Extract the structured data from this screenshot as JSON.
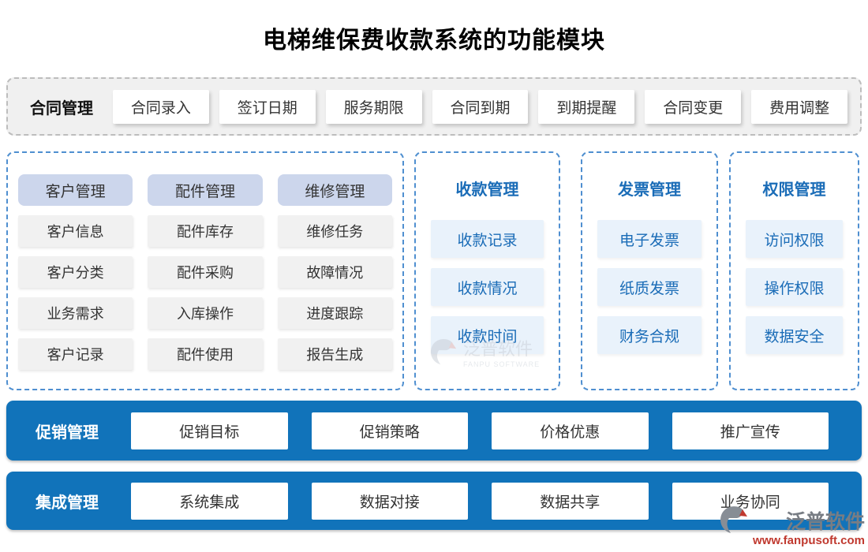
{
  "title": "电梯维保费收款系统的功能模块",
  "colors": {
    "bar_blue": "#1173ba",
    "dashed_blue": "#4f8fd0",
    "dashed_gray": "#bdbdbd",
    "contract_row_bg": "#f0f0f0",
    "header_chip_bg": "#ccd6ec",
    "gray_item_bg": "#f1f1f1",
    "blue_item_bg": "#e9f2fb",
    "blue_text": "#1a6cb7",
    "dark_text": "#333333",
    "watermark_red": "#c0392f"
  },
  "contract_row": {
    "label": "合同管理",
    "items": [
      "合同录入",
      "签订日期",
      "服务期限",
      "合同到期",
      "到期提醒",
      "合同变更",
      "费用调整"
    ]
  },
  "grid_panel": {
    "columns": [
      {
        "header": "客户管理",
        "items": [
          "客户信息",
          "客户分类",
          "业务需求",
          "客户记录"
        ]
      },
      {
        "header": "配件管理",
        "items": [
          "配件库存",
          "配件采购",
          "入库操作",
          "配件使用"
        ]
      },
      {
        "header": "维修管理",
        "items": [
          "维修任务",
          "故障情况",
          "进度跟踪",
          "报告生成"
        ]
      }
    ]
  },
  "blue_panels": [
    {
      "header": "收款管理",
      "items": [
        "收款记录",
        "收款情况",
        "收款时间"
      ]
    },
    {
      "header": "发票管理",
      "items": [
        "电子发票",
        "纸质发票",
        "财务合规"
      ]
    },
    {
      "header": "权限管理",
      "items": [
        "访问权限",
        "操作权限",
        "数据安全"
      ]
    }
  ],
  "bottom_bars": [
    {
      "label": "促销管理",
      "items": [
        "促销目标",
        "促销策略",
        "价格优惠",
        "推广宣传"
      ]
    },
    {
      "label": "集成管理",
      "items": [
        "系统集成",
        "数据对接",
        "数据共享",
        "业务协同"
      ]
    }
  ],
  "watermark_center": {
    "brand": "泛普软件",
    "subtitle": "FANPU SOFTWARE"
  },
  "watermark_corner": {
    "brand": "泛普软件",
    "url": "www.fanpusoft.com"
  }
}
